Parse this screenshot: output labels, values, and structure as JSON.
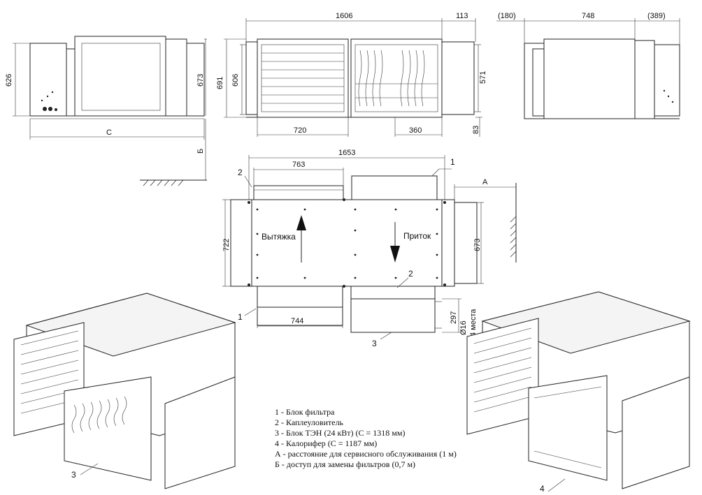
{
  "dimensions": {
    "front_left_height": "626",
    "front_right_height": "673",
    "front_width_var": "C",
    "service_access_var": "Б",
    "center_total_width": "1606",
    "center_right_ext": "113",
    "center_outer_height": "691",
    "center_inner_height": "606",
    "center_right_height": "571",
    "center_bottom_left": "720",
    "center_bottom_right": "360",
    "center_bottom_offset": "83",
    "side_left_paren": "(180)",
    "side_mid": "748",
    "side_right_paren": "(389)",
    "top_total_width": "1653",
    "top_upper_width": "763",
    "top_left_height": "722",
    "top_right_height": "673",
    "top_bottom_width": "744",
    "top_heater_height": "297",
    "pipe_diameter": "Ø16",
    "pipe_count": "4 места",
    "service_distance_var": "A"
  },
  "flows": {
    "exhaust": "Вытяжка",
    "supply": "Приток"
  },
  "callouts": {
    "c1_top": "1",
    "c2_top": "2",
    "c2_bottom": "2",
    "c1_bottom": "1",
    "c3_bottom": "3",
    "c3_iso": "3",
    "c4_iso": "4"
  },
  "legend": [
    "1 - Блок фильтра",
    "2 - Каплеуловитель",
    "3 - Блок ТЭН (24 кВт) (С = 1318 мм)",
    "4 - Калорифер (С = 1187 мм)",
    "А - расстояние для сервисного обслуживания (1 м)",
    "Б - доступ для замены фильтров (0,7 м)"
  ]
}
